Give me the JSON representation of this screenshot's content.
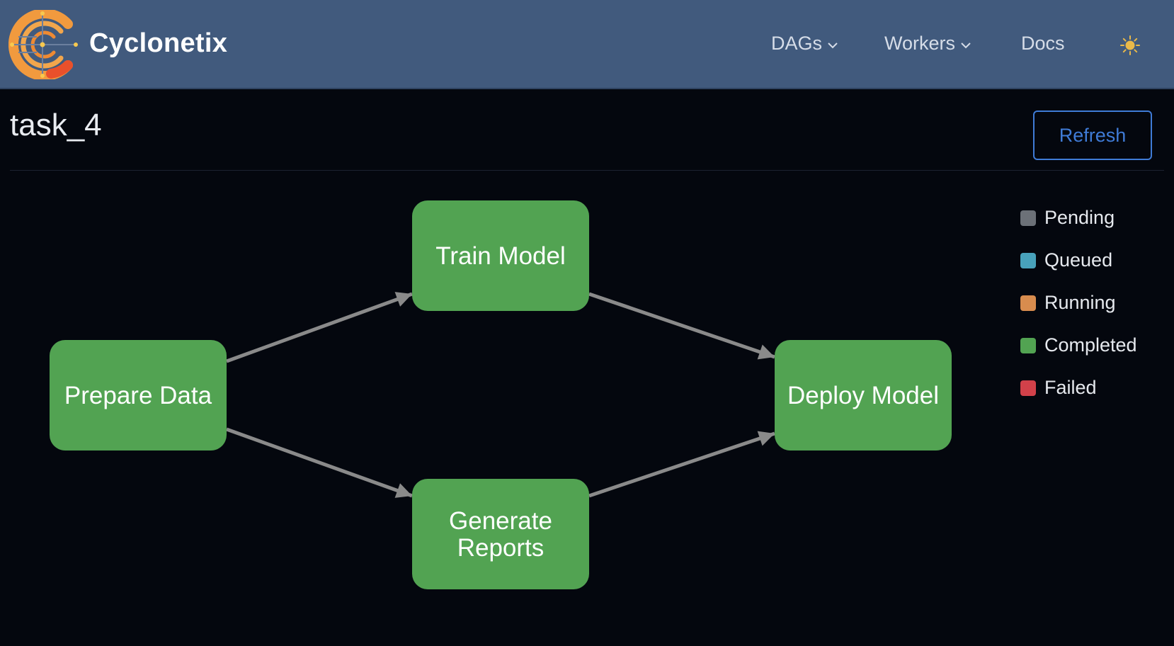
{
  "header": {
    "brand": "Cyclonetix",
    "nav": [
      {
        "label": "DAGs",
        "dropdown": true
      },
      {
        "label": "Workers",
        "dropdown": true
      },
      {
        "label": "Docs",
        "dropdown": false
      }
    ],
    "theme_icon": "sun-icon"
  },
  "page": {
    "title": "task_4",
    "refresh_label": "Refresh"
  },
  "dag": {
    "nodes": [
      {
        "id": "prepare",
        "lines": [
          "Prepare Data"
        ],
        "status": "Completed"
      },
      {
        "id": "train",
        "lines": [
          "Train Model"
        ],
        "status": "Completed"
      },
      {
        "id": "reports",
        "lines": [
          "Generate",
          "Reports"
        ],
        "status": "Completed"
      },
      {
        "id": "deploy",
        "lines": [
          "Deploy Model"
        ],
        "status": "Completed"
      }
    ],
    "edges": [
      {
        "from": "prepare",
        "to": "train"
      },
      {
        "from": "prepare",
        "to": "reports"
      },
      {
        "from": "train",
        "to": "deploy"
      },
      {
        "from": "reports",
        "to": "deploy"
      }
    ]
  },
  "legend": [
    {
      "label": "Pending",
      "color": "#6c7178"
    },
    {
      "label": "Queued",
      "color": "#48a2bb"
    },
    {
      "label": "Running",
      "color": "#d88c4e"
    },
    {
      "label": "Completed",
      "color": "#52a352"
    },
    {
      "label": "Failed",
      "color": "#d2414a"
    }
  ],
  "colors": {
    "navbar": "#415a7d",
    "background": "#04070e",
    "accent": "#3f7bd6",
    "edge": "#8a8a8a"
  }
}
